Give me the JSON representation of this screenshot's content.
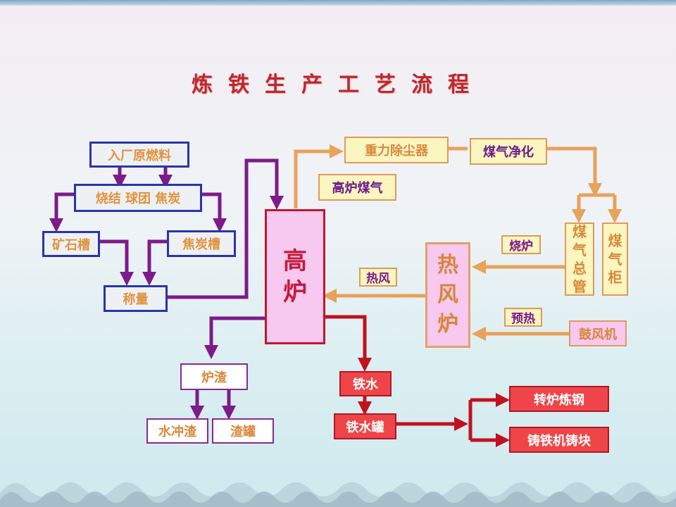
{
  "title": "炼铁生产工艺流程",
  "colors": {
    "purple": "#7d1b8a",
    "orange": "#e8a25a",
    "red": "#c1121f",
    "blue": "#2a35a6"
  },
  "boxes": {
    "raw_fuel": "入厂原燃料",
    "sinter_pellet_coke": "烧结 球团 焦炭",
    "ore_bin": "矿石槽",
    "coke_bin": "焦炭槽",
    "weighing": "称量",
    "blast_furnace": [
      "高",
      "炉"
    ],
    "gravity_dust": "重力除尘器",
    "gas_cleaning": "煤气净化",
    "bf_gas": "高炉煤气",
    "gas_main": [
      "煤",
      "气",
      "总",
      "管"
    ],
    "gas_holder": [
      "煤",
      "气",
      "柜"
    ],
    "hot_stove": [
      "热",
      "风",
      "炉"
    ],
    "blower": "鼓风机",
    "burn": "烧炉",
    "preheat": "预热",
    "hot_blast": "热风",
    "slag": "炉渣",
    "water_slag": "水冲渣",
    "slag_pot": "渣罐",
    "molten_iron": "铁水",
    "iron_ladle": "铁水罐",
    "converter": "转炉炼钢",
    "casting": "铸铁机铸块"
  }
}
